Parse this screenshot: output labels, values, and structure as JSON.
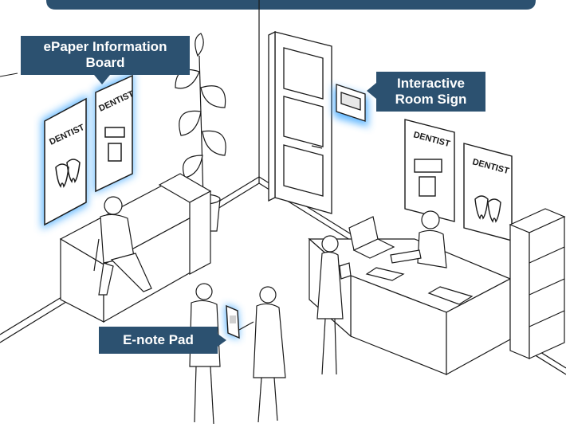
{
  "callouts": {
    "board_line1": "ePaper Information",
    "board_line2": "Board",
    "sign_line1": "Interactive",
    "sign_line2": "Room Sign",
    "pad": "E-note Pad"
  },
  "posters": {
    "text": "DENTIST"
  },
  "colors": {
    "label_background": "#2c5170",
    "label_text": "#ffffff",
    "glow": "#3aa6ff",
    "line_art": "#1a1a1a"
  }
}
